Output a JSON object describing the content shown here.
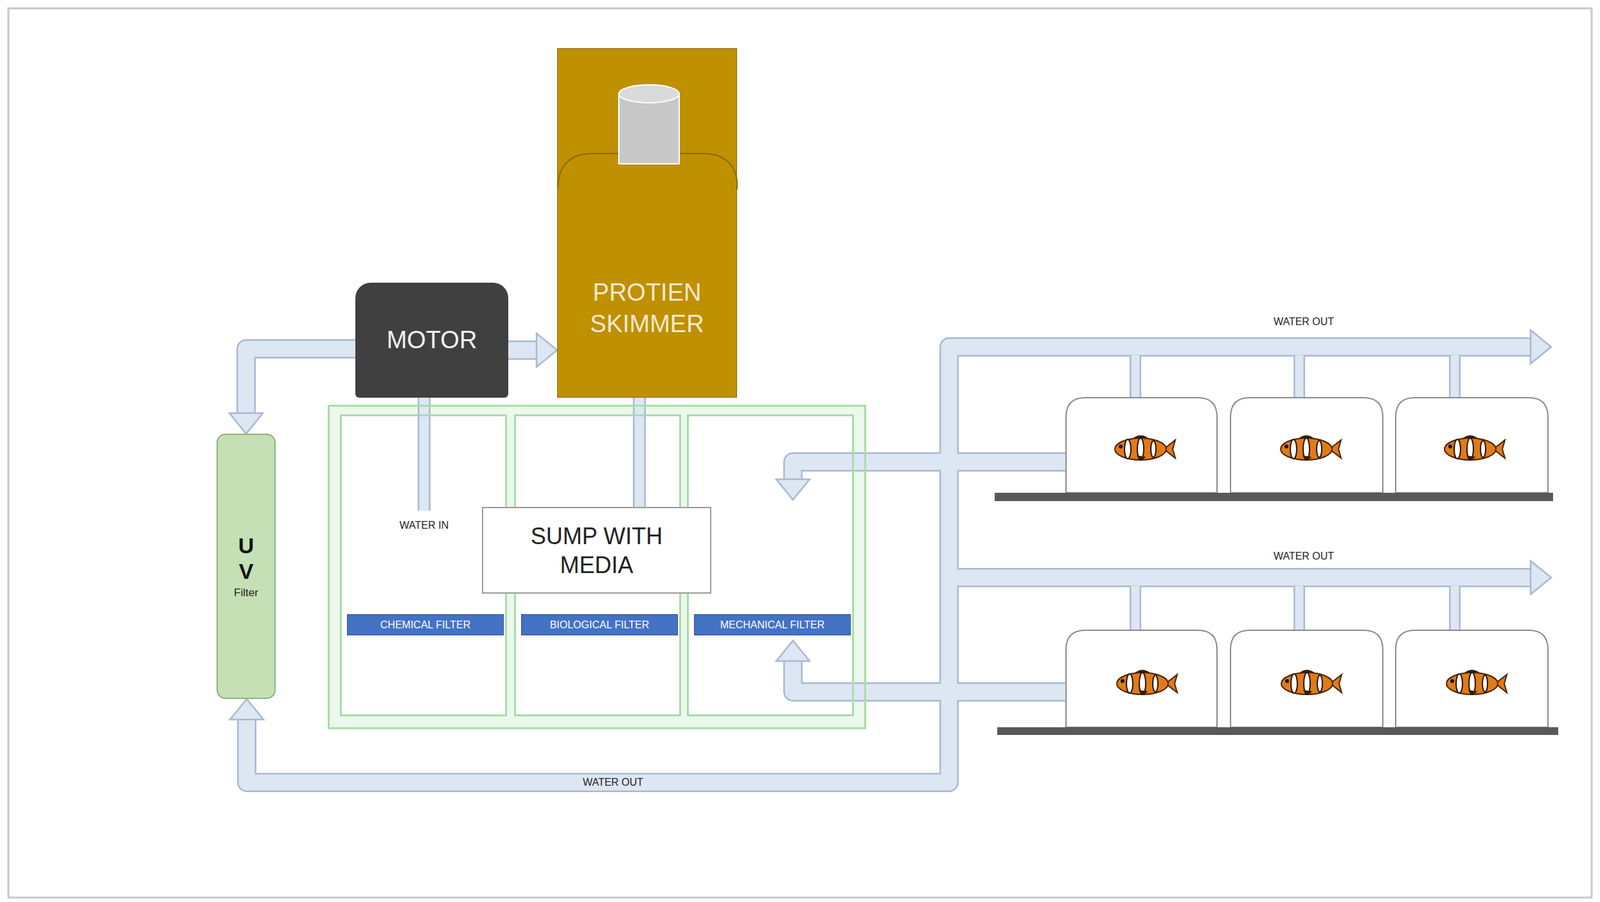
{
  "diagram": {
    "nodes": [
      {
        "text": [
          "U V",
          "Filter"
        ]
      },
      {
        "text": [
          "MOTOR"
        ]
      },
      {
        "text": [
          "PROTIEN SKIMMER"
        ]
      },
      {
        "text": [
          "SUMP WITH MEDIA"
        ]
      },
      {
        "text": [
          "CHEMICAL FILTER"
        ],
        "in": 3
      },
      {
        "text": [
          "BIOLOGICAL FILTER"
        ],
        "in": 3
      },
      {
        "text": [
          "MECHANICAL FILTER"
        ],
        "in": 3
      }
    ],
    "edges": [
      {
        "from": 1,
        "to": 2,
        "arrow": "to"
      },
      {
        "from": 1,
        "to": 0,
        "arrow": "to"
      },
      {
        "from": 1,
        "to": 4,
        "arrow": "none"
      },
      {
        "from": 2,
        "to": 3,
        "arrow": "none"
      }
    ],
    "labels": [
      "WATER IN",
      "WATER OUT",
      "WATER OUT",
      "WATER OUT"
    ]
  }
}
